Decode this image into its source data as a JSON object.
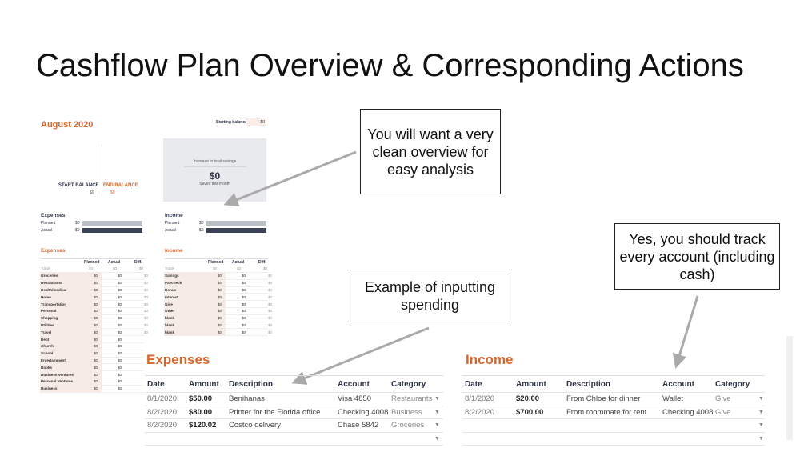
{
  "slide_title": "Cashflow Plan Overview & Corresponding Actions",
  "overview": {
    "month": "August 2020",
    "starting_balance_label": "Starting balance:",
    "starting_balance": "$0",
    "start_balance_label": "START BALANCE",
    "start_balance": "$0",
    "end_balance_label": "END BALANCE",
    "end_balance": "$0",
    "savings_label": "Increase in total savings",
    "savings_value": "$0",
    "savings_sub": "Saved this month",
    "expenses_summary": {
      "title": "Expenses",
      "planned_label": "Planned",
      "planned": "$0",
      "actual_label": "Actual",
      "actual": "$0"
    },
    "income_summary": {
      "title": "Income",
      "planned_label": "Planned",
      "planned": "$0",
      "actual_label": "Actual",
      "actual": "$0"
    },
    "expenses_table": {
      "title": "Expenses",
      "headers": [
        "Planned",
        "Actual",
        "Diff."
      ],
      "totals": [
        "Totals",
        "$0",
        "$0",
        "$0"
      ],
      "rows": [
        [
          "Groceries",
          "$0",
          "$0",
          "$0"
        ],
        [
          "Restaurants",
          "$0",
          "$0",
          "$0"
        ],
        [
          "Health/medical",
          "$0",
          "$0",
          "$0"
        ],
        [
          "Home",
          "$0",
          "$0",
          "$0"
        ],
        [
          "Transportation",
          "$0",
          "$0",
          "$0"
        ],
        [
          "Personal",
          "$0",
          "$0",
          "$0"
        ],
        [
          "Shopping",
          "$0",
          "$0",
          "$0"
        ],
        [
          "Utilities",
          "$0",
          "$0",
          "$0"
        ],
        [
          "Travel",
          "$0",
          "$0",
          "$0"
        ],
        [
          "Debt",
          "$0",
          "$0",
          ""
        ],
        [
          "Church",
          "$0",
          "$0",
          ""
        ],
        [
          "School",
          "$0",
          "$0",
          ""
        ],
        [
          "Entertainment",
          "$0",
          "$0",
          ""
        ],
        [
          "Books",
          "$0",
          "$0",
          ""
        ],
        [
          "Business Ventures",
          "$0",
          "$0",
          ""
        ],
        [
          "Personal Ventures",
          "$0",
          "$0",
          ""
        ],
        [
          "Business",
          "$0",
          "$0",
          ""
        ]
      ]
    },
    "income_table": {
      "title": "Income",
      "headers": [
        "Planned",
        "Actual",
        "Diff."
      ],
      "totals": [
        "Totals",
        "$0",
        "$0",
        "$0"
      ],
      "rows": [
        [
          "Savings",
          "$0",
          "$0",
          "$0"
        ],
        [
          "Paycheck",
          "$0",
          "$0",
          "$0"
        ],
        [
          "Bonus",
          "$0",
          "$0",
          "$0"
        ],
        [
          "Interest",
          "$0",
          "$0",
          "$0"
        ],
        [
          "Give",
          "$0",
          "$0",
          "$0"
        ],
        [
          "Other",
          "$0",
          "$0",
          "$0"
        ],
        [
          "blank",
          "$0",
          "$0",
          "$0"
        ],
        [
          "blank",
          "$0",
          "$0",
          "$0"
        ],
        [
          "blank",
          "$0",
          "$0",
          "$0"
        ]
      ]
    }
  },
  "callouts": [
    "You will want a very clean overview for easy analysis",
    "Example of inputting spending",
    "Yes, you should track every account (including cash)"
  ],
  "transactions": {
    "headers": [
      "Date",
      "Amount",
      "Description",
      "Account",
      "Category"
    ],
    "expenses": {
      "title": "Expenses",
      "rows": [
        [
          "8/1/2020",
          "$50.00",
          "Benihanas",
          "Visa 4850",
          "Restaurants"
        ],
        [
          "8/2/2020",
          "$80.00",
          "Printer for the Florida office",
          "Checking 4008",
          "Business"
        ],
        [
          "8/2/2020",
          "$120.02",
          "Costco delivery",
          "Chase 5842",
          "Groceries"
        ],
        [
          "",
          "",
          "",
          "",
          ""
        ]
      ]
    },
    "income": {
      "title": "Income",
      "rows": [
        [
          "8/1/2020",
          "$20.00",
          "From Chloe for dinner",
          "Wallet",
          "Give"
        ],
        [
          "8/2/2020",
          "$700.00",
          "From roommate for rent",
          "Checking 4008",
          "Give"
        ],
        [
          "",
          "",
          "",
          "",
          ""
        ],
        [
          "",
          "",
          "",
          "",
          ""
        ]
      ]
    }
  },
  "colors": {
    "accent": "#d9662b",
    "navy": "#2e3447",
    "planned_bar": "#b9bec7",
    "actual_bar": "#3a4257",
    "cell_tint": "#f7ebe6"
  }
}
